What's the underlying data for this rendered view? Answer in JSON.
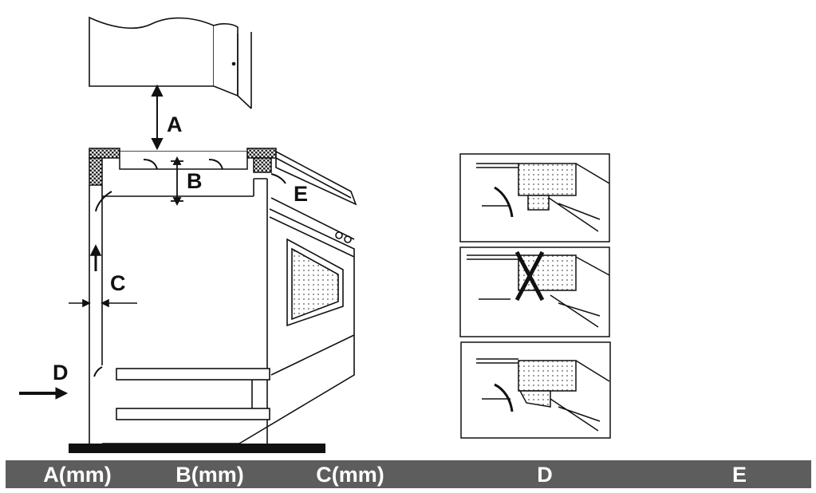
{
  "diagram": {
    "labels": {
      "a": "A",
      "b": "B",
      "c": "C",
      "d": "D",
      "e": "E"
    }
  },
  "table": {
    "headers": [
      "A(mm)",
      "B(mm)",
      "C(mm)",
      "D",
      "E"
    ]
  },
  "colors": {
    "line": "#111111",
    "footer_bg": "#5d5d5d",
    "footer_text": "#ffffff"
  }
}
